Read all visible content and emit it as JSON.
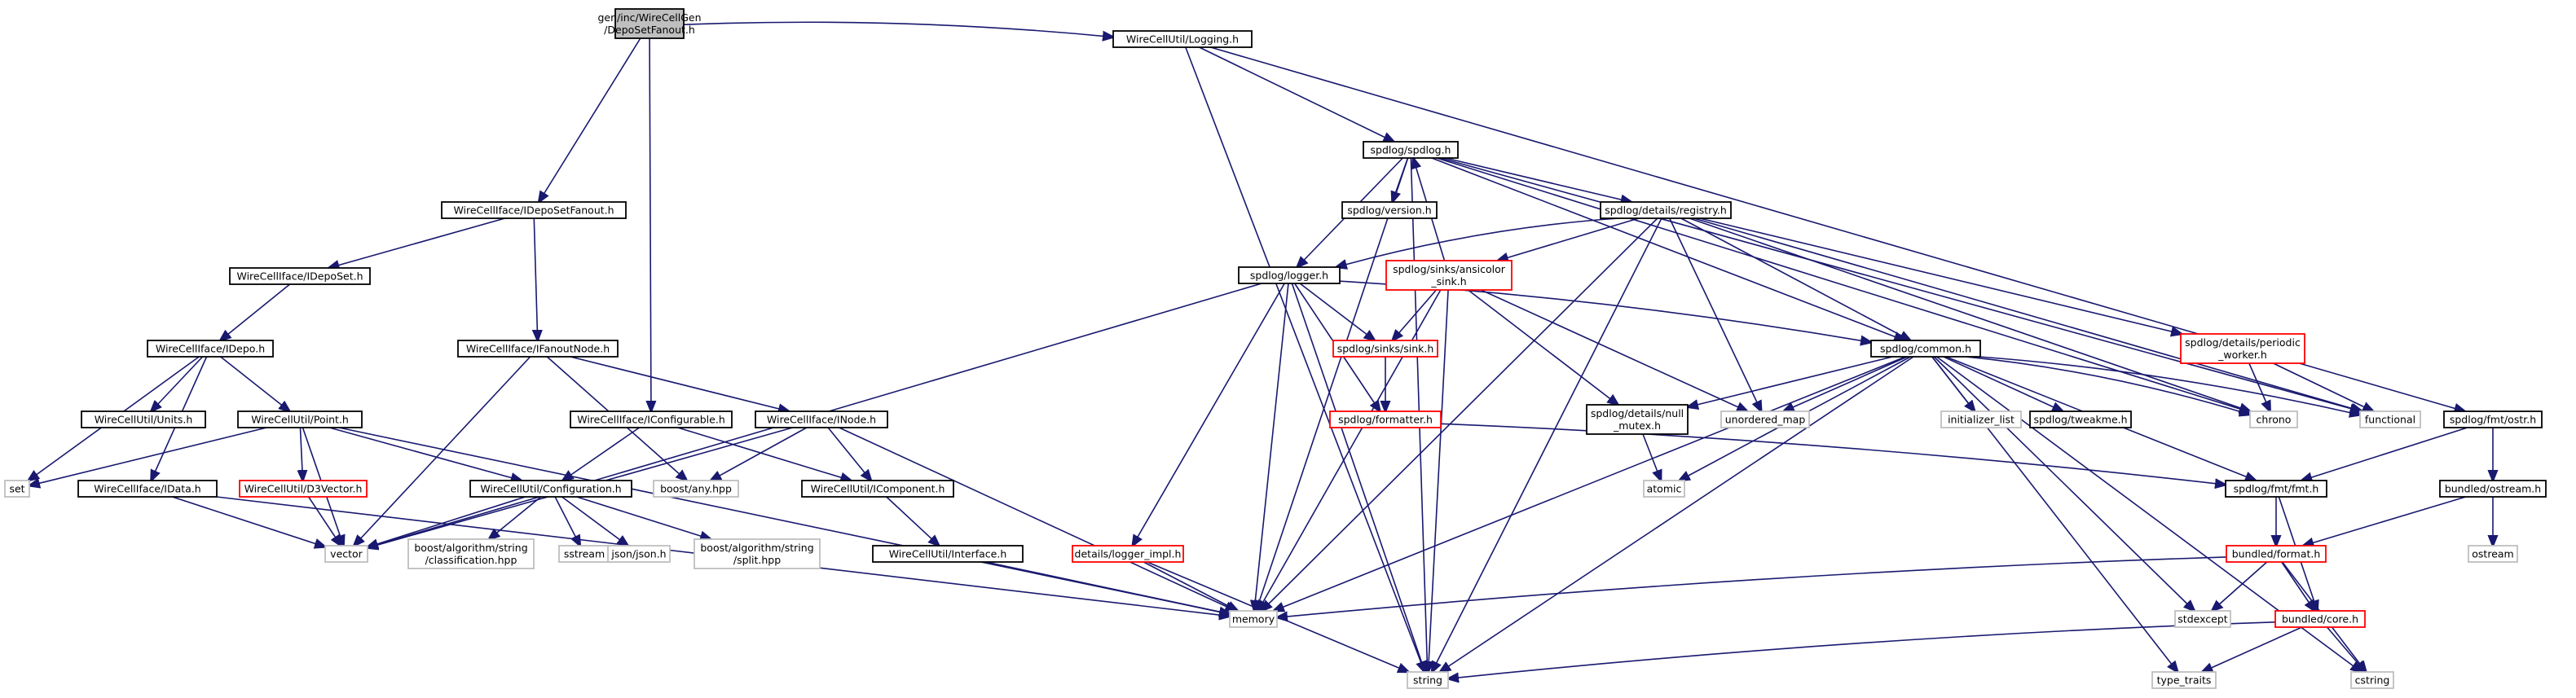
{
  "colors": {
    "edge": "#191970",
    "node_border": "#000000",
    "missing_border": "#bfbfbf",
    "warning_border": "#ff0000",
    "root_fill": "#bfbfbf",
    "node_fill": "#ffffff"
  },
  "nodes": [
    {
      "id": "root",
      "lines": [
        "gen/inc/WireCellGen",
        "/DepoSetFanout.h"
      ],
      "kind": "root"
    },
    {
      "id": "logging",
      "lines": [
        "WireCellUtil/Logging.h"
      ],
      "kind": "normal"
    },
    {
      "id": "spdlog",
      "lines": [
        "spdlog/spdlog.h"
      ],
      "kind": "normal"
    },
    {
      "id": "idsf",
      "lines": [
        "WireCellIface/IDepoSetFanout.h"
      ],
      "kind": "normal"
    },
    {
      "id": "idset",
      "lines": [
        "WireCellIface/IDepoSet.h"
      ],
      "kind": "normal"
    },
    {
      "id": "idepo",
      "lines": [
        "WireCellIface/IDepo.h"
      ],
      "kind": "normal"
    },
    {
      "id": "units",
      "lines": [
        "WireCellUtil/Units.h"
      ],
      "kind": "normal"
    },
    {
      "id": "point",
      "lines": [
        "WireCellUtil/Point.h"
      ],
      "kind": "normal"
    },
    {
      "id": "set",
      "lines": [
        "set"
      ],
      "kind": "missing"
    },
    {
      "id": "idata",
      "lines": [
        "WireCellIface/IData.h"
      ],
      "kind": "normal"
    },
    {
      "id": "d3v",
      "lines": [
        "WireCellUtil/D3Vector.h"
      ],
      "kind": "warning"
    },
    {
      "id": "vector",
      "lines": [
        "vector"
      ],
      "kind": "missing"
    },
    {
      "id": "ifan",
      "lines": [
        "WireCellIface/IFanoutNode.h"
      ],
      "kind": "normal"
    },
    {
      "id": "iconf",
      "lines": [
        "WireCellIface/IConfigurable.h"
      ],
      "kind": "normal"
    },
    {
      "id": "conf",
      "lines": [
        "WireCellUtil/Configuration.h"
      ],
      "kind": "normal"
    },
    {
      "id": "bclass",
      "lines": [
        "boost/algorithm/string",
        "/classification.hpp"
      ],
      "kind": "missing"
    },
    {
      "id": "sstream",
      "lines": [
        "sstream"
      ],
      "kind": "missing"
    },
    {
      "id": "json",
      "lines": [
        "json/json.h"
      ],
      "kind": "missing"
    },
    {
      "id": "bsplit",
      "lines": [
        "boost/algorithm/string",
        "/split.hpp"
      ],
      "kind": "missing"
    },
    {
      "id": "bany",
      "lines": [
        "boost/any.hpp"
      ],
      "kind": "missing"
    },
    {
      "id": "inode",
      "lines": [
        "WireCellIface/INode.h"
      ],
      "kind": "normal"
    },
    {
      "id": "icomp",
      "lines": [
        "WireCellUtil/IComponent.h"
      ],
      "kind": "normal"
    },
    {
      "id": "iface",
      "lines": [
        "WireCellUtil/Interface.h"
      ],
      "kind": "normal"
    },
    {
      "id": "memory",
      "lines": [
        "memory"
      ],
      "kind": "missing"
    },
    {
      "id": "string",
      "lines": [
        "string"
      ],
      "kind": "missing"
    },
    {
      "id": "logger",
      "lines": [
        "spdlog/logger.h"
      ],
      "kind": "normal"
    },
    {
      "id": "ansicolor",
      "lines": [
        "spdlog/sinks/ansicolor",
        "_sink.h"
      ],
      "kind": "warning"
    },
    {
      "id": "sink",
      "lines": [
        "spdlog/sinks/sink.h"
      ],
      "kind": "warning"
    },
    {
      "id": "formatter",
      "lines": [
        "spdlog/formatter.h"
      ],
      "kind": "warning"
    },
    {
      "id": "limpl",
      "lines": [
        "details/logger_impl.h"
      ],
      "kind": "warning"
    },
    {
      "id": "version",
      "lines": [
        "spdlog/version.h"
      ],
      "kind": "normal"
    },
    {
      "id": "registry",
      "lines": [
        "spdlog/details/registry.h"
      ],
      "kind": "normal"
    },
    {
      "id": "common",
      "lines": [
        "spdlog/common.h"
      ],
      "kind": "normal"
    },
    {
      "id": "nullmutex",
      "lines": [
        "spdlog/details/null",
        "_mutex.h"
      ],
      "kind": "normal"
    },
    {
      "id": "umap",
      "lines": [
        "unordered_map"
      ],
      "kind": "missing"
    },
    {
      "id": "atomic",
      "lines": [
        "atomic"
      ],
      "kind": "missing"
    },
    {
      "id": "initlist",
      "lines": [
        "initializer_list"
      ],
      "kind": "missing"
    },
    {
      "id": "tweakme",
      "lines": [
        "spdlog/tweakme.h"
      ],
      "kind": "normal"
    },
    {
      "id": "periodic",
      "lines": [
        "spdlog/details/periodic",
        "_worker.h"
      ],
      "kind": "warning"
    },
    {
      "id": "chrono",
      "lines": [
        "chrono"
      ],
      "kind": "missing"
    },
    {
      "id": "functional",
      "lines": [
        "functional"
      ],
      "kind": "missing"
    },
    {
      "id": "ostr",
      "lines": [
        "spdlog/fmt/ostr.h"
      ],
      "kind": "normal"
    },
    {
      "id": "fmth",
      "lines": [
        "spdlog/fmt/fmt.h"
      ],
      "kind": "normal"
    },
    {
      "id": "bostream",
      "lines": [
        "bundled/ostream.h"
      ],
      "kind": "normal"
    },
    {
      "id": "ostream",
      "lines": [
        "ostream"
      ],
      "kind": "missing"
    },
    {
      "id": "bformat",
      "lines": [
        "bundled/format.h"
      ],
      "kind": "warning"
    },
    {
      "id": "stdexcept",
      "lines": [
        "stdexcept"
      ],
      "kind": "missing"
    },
    {
      "id": "bcore",
      "lines": [
        "bundled/core.h"
      ],
      "kind": "warning"
    },
    {
      "id": "typetraits",
      "lines": [
        "type_traits"
      ],
      "kind": "missing"
    },
    {
      "id": "cstring",
      "lines": [
        "cstring"
      ],
      "kind": "missing"
    }
  ],
  "edges": [
    [
      "root",
      "logging"
    ],
    [
      "root",
      "idsf"
    ],
    [
      "root",
      "iconf"
    ],
    [
      "logging",
      "spdlog"
    ],
    [
      "logging",
      "string"
    ],
    [
      "logging",
      "ostr"
    ],
    [
      "idsf",
      "idset"
    ],
    [
      "idsf",
      "ifan"
    ],
    [
      "idset",
      "idepo"
    ],
    [
      "idepo",
      "units"
    ],
    [
      "idepo",
      "point"
    ],
    [
      "idepo",
      "set"
    ],
    [
      "idepo",
      "idata"
    ],
    [
      "point",
      "set"
    ],
    [
      "point",
      "d3v"
    ],
    [
      "point",
      "vector"
    ],
    [
      "point",
      "conf"
    ],
    [
      "point",
      "memory"
    ],
    [
      "idata",
      "vector"
    ],
    [
      "idata",
      "memory"
    ],
    [
      "d3v",
      "vector"
    ],
    [
      "ifan",
      "inode"
    ],
    [
      "ifan",
      "vector"
    ],
    [
      "ifan",
      "bany"
    ],
    [
      "iconf",
      "conf"
    ],
    [
      "iconf",
      "icomp"
    ],
    [
      "conf",
      "vector"
    ],
    [
      "conf",
      "bclass"
    ],
    [
      "conf",
      "sstream"
    ],
    [
      "conf",
      "json"
    ],
    [
      "conf",
      "bsplit"
    ],
    [
      "inode",
      "bany"
    ],
    [
      "inode",
      "icomp"
    ],
    [
      "inode",
      "vector"
    ],
    [
      "inode",
      "memory"
    ],
    [
      "icomp",
      "iface"
    ],
    [
      "iface",
      "memory"
    ],
    [
      "spdlog",
      "version"
    ],
    [
      "spdlog",
      "registry"
    ],
    [
      "spdlog",
      "logger"
    ],
    [
      "spdlog",
      "common"
    ],
    [
      "spdlog",
      "memory"
    ],
    [
      "spdlog",
      "string"
    ],
    [
      "spdlog",
      "chrono"
    ],
    [
      "spdlog",
      "functional"
    ],
    [
      "registry",
      "logger"
    ],
    [
      "registry",
      "ansicolor"
    ],
    [
      "registry",
      "common"
    ],
    [
      "registry",
      "periodic"
    ],
    [
      "registry",
      "umap"
    ],
    [
      "registry",
      "memory"
    ],
    [
      "registry",
      "string"
    ],
    [
      "registry",
      "chrono"
    ],
    [
      "registry",
      "functional"
    ],
    [
      "ansicolor",
      "spdlog"
    ],
    [
      "ansicolor",
      "sink"
    ],
    [
      "ansicolor",
      "nullmutex"
    ],
    [
      "ansicolor",
      "memory"
    ],
    [
      "ansicolor",
      "string"
    ],
    [
      "ansicolor",
      "umap"
    ],
    [
      "logger",
      "sink"
    ],
    [
      "logger",
      "formatter"
    ],
    [
      "logger",
      "limpl"
    ],
    [
      "logger",
      "common"
    ],
    [
      "logger",
      "memory"
    ],
    [
      "logger",
      "string"
    ],
    [
      "logger",
      "vector"
    ],
    [
      "sink",
      "formatter"
    ],
    [
      "formatter",
      "fmth"
    ],
    [
      "limpl",
      "memory"
    ],
    [
      "limpl",
      "string"
    ],
    [
      "common",
      "nullmutex"
    ],
    [
      "common",
      "umap"
    ],
    [
      "common",
      "initlist"
    ],
    [
      "common",
      "tweakme"
    ],
    [
      "common",
      "atomic"
    ],
    [
      "common",
      "chrono"
    ],
    [
      "common",
      "functional"
    ],
    [
      "common",
      "fmth"
    ],
    [
      "common",
      "memory"
    ],
    [
      "common",
      "string"
    ],
    [
      "common",
      "stdexcept"
    ],
    [
      "common",
      "typetraits"
    ],
    [
      "common",
      "cstring"
    ],
    [
      "nullmutex",
      "atomic"
    ],
    [
      "periodic",
      "chrono"
    ],
    [
      "periodic",
      "functional"
    ],
    [
      "ostr",
      "fmth"
    ],
    [
      "ostr",
      "bostream"
    ],
    [
      "fmth",
      "bformat"
    ],
    [
      "fmth",
      "bcore"
    ],
    [
      "bostream",
      "bformat"
    ],
    [
      "bostream",
      "ostream"
    ],
    [
      "bformat",
      "memory"
    ],
    [
      "bformat",
      "stdexcept"
    ],
    [
      "bformat",
      "bcore"
    ],
    [
      "bformat",
      "cstring"
    ],
    [
      "bcore",
      "string"
    ],
    [
      "bcore",
      "typetraits"
    ],
    [
      "bcore",
      "cstring"
    ]
  ]
}
